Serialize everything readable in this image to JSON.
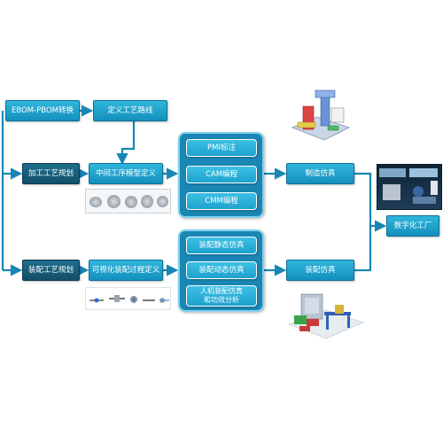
{
  "nodes": {
    "ebom_pbom": "EBOM-PBOM转换",
    "define_route": "定义工艺路线",
    "machining_planning": "加工工艺规划",
    "intermediate_model": "中间工序模型定义",
    "assembly_planning": "装配工艺规划",
    "visual_assembly": "可视化装配过程定义",
    "manufacturing_sim": "制造仿真",
    "assembly_sim": "装配仿真",
    "digital_factory": "数字化工厂"
  },
  "group_top": {
    "items": [
      "PMI标注",
      "CAM编程",
      "CMM编程"
    ]
  },
  "group_bottom": {
    "items": [
      "装配静态仿真",
      "装配动态仿真",
      "人机装配仿真\n和功效分析"
    ]
  },
  "images": {
    "machine_tool": "machine-tool-render",
    "factory_scene": "factory-scene-render",
    "assembly_line": "assembly-line-render",
    "parts_strip_top": "machined-parts-strip",
    "parts_strip_bottom": "assembly-parts-strip"
  },
  "colors": {
    "node_fill": "#1ea2cd",
    "node_dark": "#1a6e8e",
    "connector": "#1a86b4",
    "group_fill": "#1a86b4"
  }
}
